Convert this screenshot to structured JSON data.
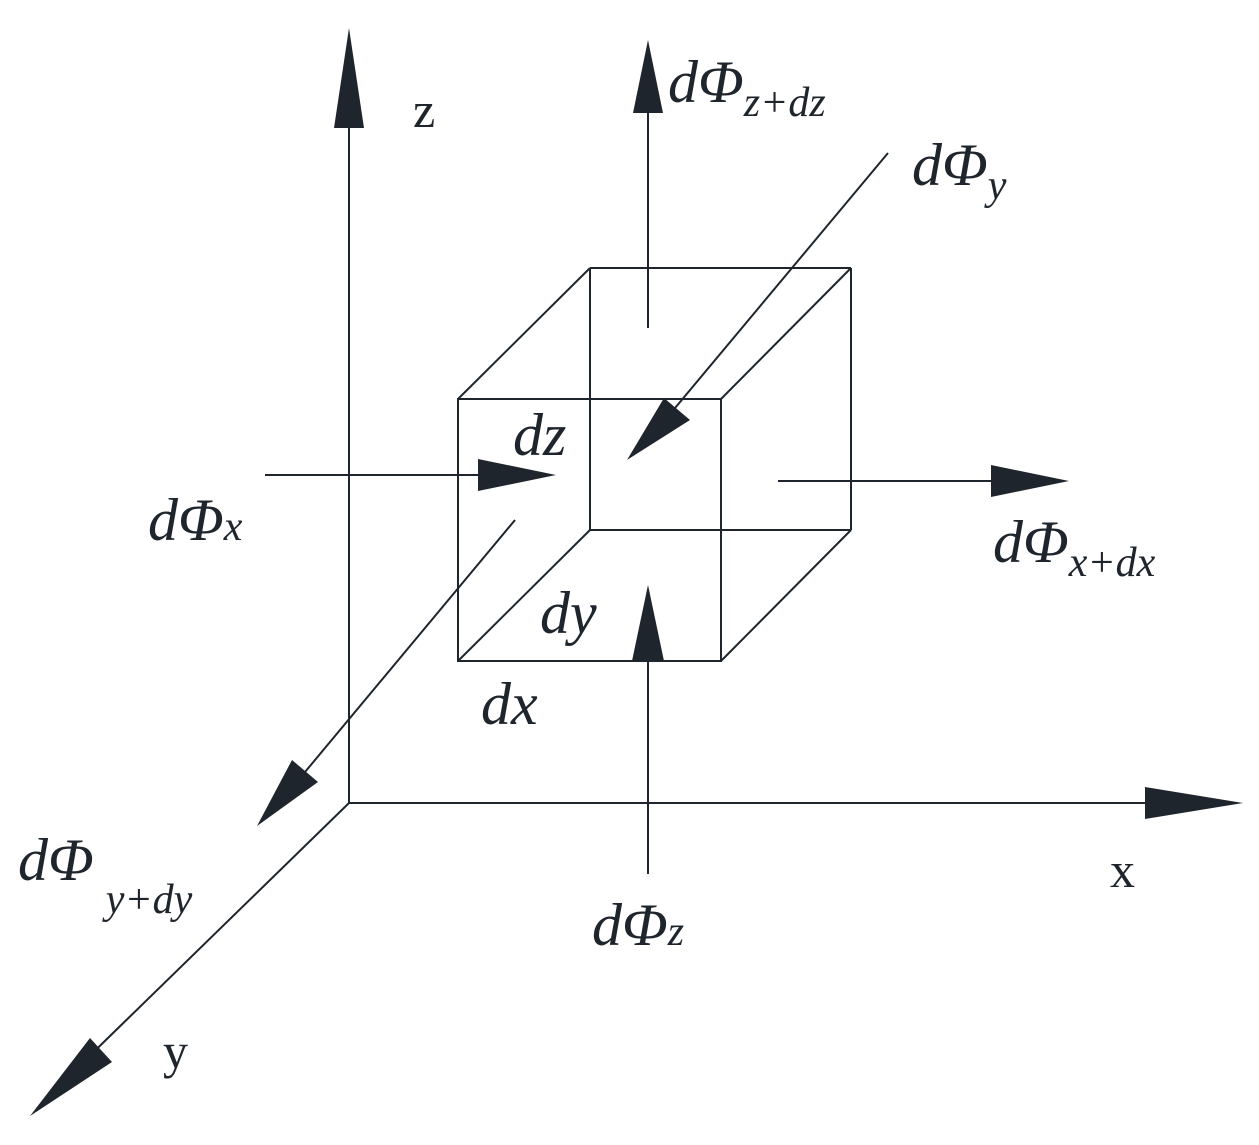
{
  "axes": {
    "x_label": "x",
    "y_label": "y",
    "z_label": "z"
  },
  "cube": {
    "dx_label": "dx",
    "dy_label": "dy",
    "dz_label": "dz"
  },
  "fluxes": {
    "x_in": {
      "main": "dΦ",
      "sub": "x"
    },
    "x_out": {
      "main": "dΦ",
      "sub": "x+dx"
    },
    "y_in": {
      "main": "dΦ",
      "sub": "y"
    },
    "y_out": {
      "main": "dΦ",
      "sub": "y+dy"
    },
    "z_in": {
      "main": "dΦ",
      "sub": "z"
    },
    "z_out": {
      "main": "dΦ",
      "sub": "z+dz"
    }
  },
  "colors": {
    "ink": "#1f252c",
    "background": "#ffffff"
  }
}
